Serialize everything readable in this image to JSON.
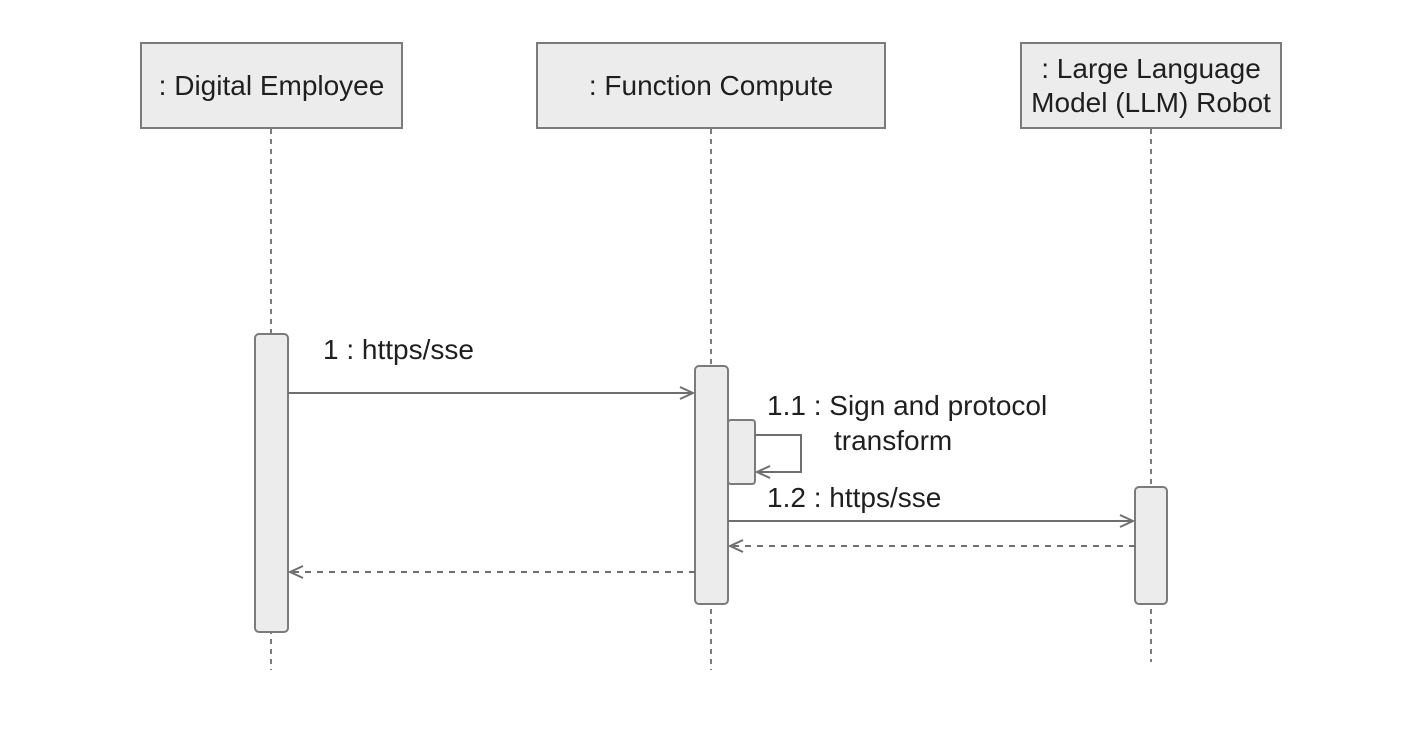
{
  "lifelines": [
    {
      "id": "digital",
      "label": ": Digital Employee"
    },
    {
      "id": "fc",
      "label": ": Function Compute"
    },
    {
      "id": "llm",
      "label": ": Large Language\nModel (LLM) Robot"
    }
  ],
  "messages": [
    {
      "id": "m1",
      "label": "1 : https/sse",
      "from": "digital",
      "to": "fc",
      "style": "solid"
    },
    {
      "id": "m11",
      "label_line1": "1.1 : Sign and protocol",
      "label_line2": "transform",
      "from": "fc",
      "to": "fc",
      "style": "self"
    },
    {
      "id": "m12",
      "label": "1.2 : https/sse",
      "from": "fc",
      "to": "llm",
      "style": "solid"
    },
    {
      "id": "r12",
      "label": "",
      "from": "llm",
      "to": "fc",
      "style": "dashed-return"
    },
    {
      "id": "r1",
      "label": "",
      "from": "fc",
      "to": "digital",
      "style": "dashed-return"
    }
  ],
  "colors": {
    "box_fill": "#ececec",
    "box_stroke": "#7b7b7b",
    "line": "#6e6e6e",
    "text": "#1f1f1f"
  }
}
